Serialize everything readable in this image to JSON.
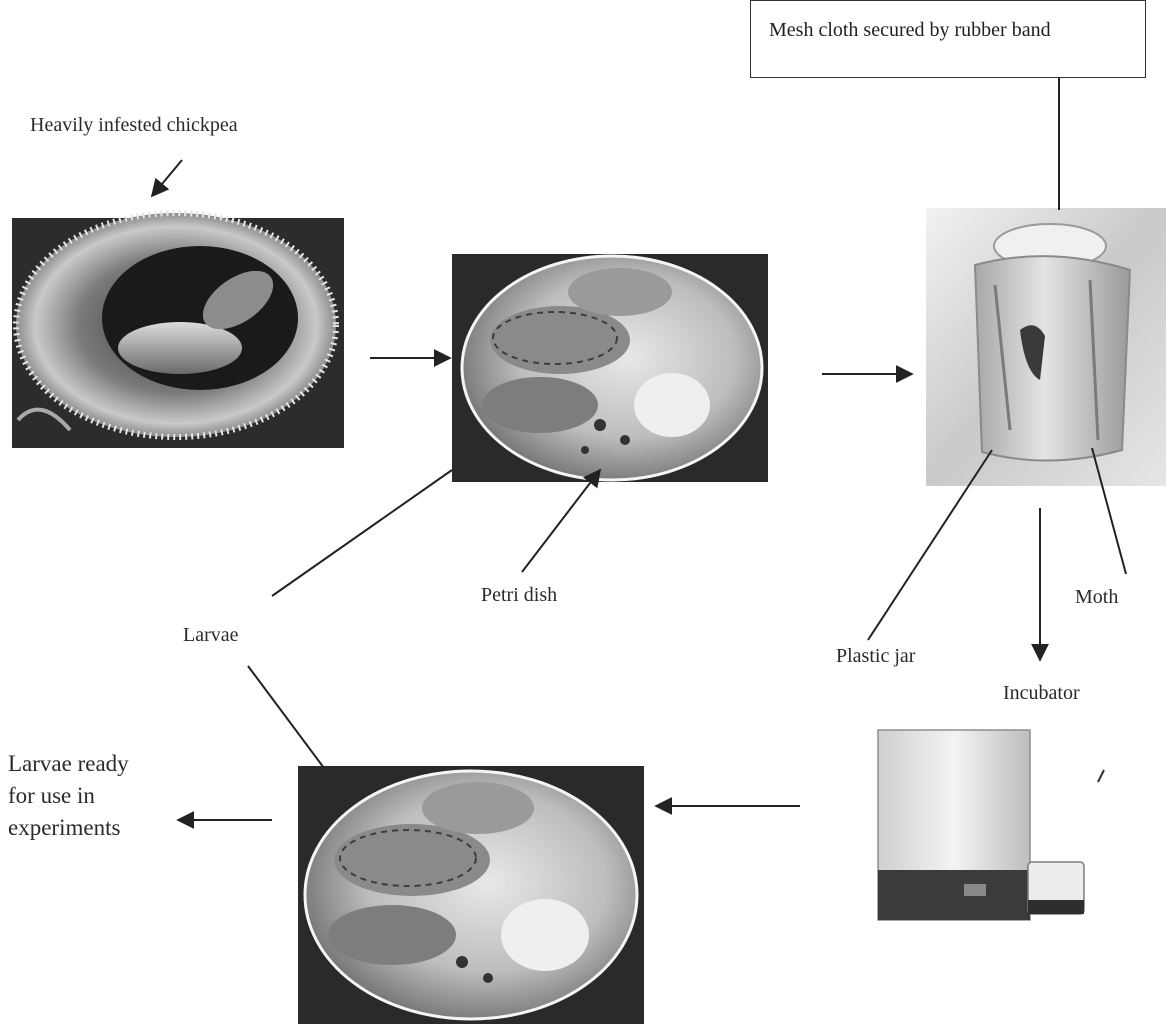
{
  "labels": {
    "heavily_infested_chickpea": "Heavily infested chickpea",
    "mesh_cloth": "Mesh cloth secured by rubber band",
    "petri_dish": "Petri dish",
    "larvae": "Larvae",
    "plastic_jar": "Plastic jar",
    "moth": "Moth",
    "incubator": "Incubator",
    "larvae_ready": [
      "Larvae ready",
      "for use in",
      "experiments"
    ]
  },
  "images": [
    {
      "id": "chickpea-photo",
      "depicts": "chickpea pod with larvae"
    },
    {
      "id": "petri-dish-photo-top",
      "depicts": "larvae in petri dish"
    },
    {
      "id": "plastic-jar-photo",
      "depicts": "plastic jar covered with mesh cloth"
    },
    {
      "id": "incubator-photo",
      "depicts": "incubator"
    },
    {
      "id": "petri-dish-photo-bottom",
      "depicts": "larvae in petri dish"
    }
  ],
  "flow": [
    {
      "from": "chickpea-photo",
      "to": "petri-dish-photo-top"
    },
    {
      "from": "petri-dish-photo-top",
      "to": "plastic-jar-photo"
    },
    {
      "from": "plastic-jar-photo",
      "to": "incubator-photo"
    },
    {
      "from": "incubator-photo",
      "to": "petri-dish-photo-bottom"
    },
    {
      "from": "petri-dish-photo-bottom",
      "to": "larvae-ready-label"
    }
  ]
}
